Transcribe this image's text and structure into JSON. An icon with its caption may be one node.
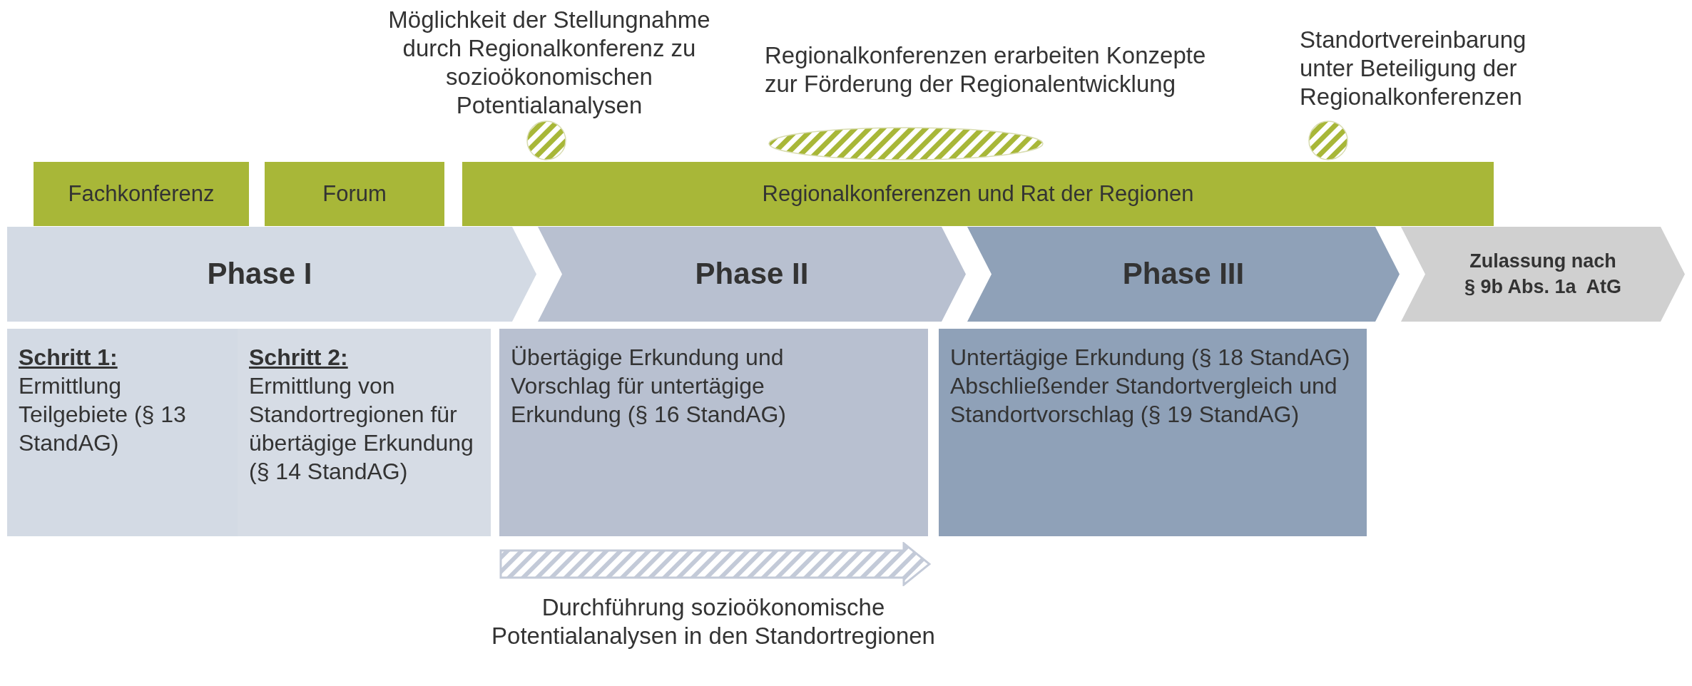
{
  "diagram": {
    "nodes": [
      {
        "text": [],
        "shape": "circle",
        "beside": [
          "Möglichkeit der Stellungnahme durch Regionalkonferenz zu sozioökonomischen Potentialanalysen"
        ]
      },
      {
        "text": [],
        "shape": "circle",
        "beside": [
          "Regionalkonferenzen erarbeiten Konzepte zur Förderung der Regionalentwicklung"
        ]
      },
      {
        "text": [],
        "shape": "circle",
        "beside": [
          "Standortvereinbarung unter Beteiligung der Regionalkonferenzen"
        ]
      },
      {
        "text": [
          "Fachkonferenz"
        ]
      },
      {
        "text": [
          "Forum"
        ]
      },
      {
        "text": [
          "Regionalkonferenzen und Rat der Regionen"
        ]
      },
      {
        "text": [
          "Phase I"
        ]
      },
      {
        "text": [
          "Phase II"
        ]
      },
      {
        "text": [
          "Phase III"
        ]
      },
      {
        "text": [
          "Zulassung nach § 9b Abs. 1a  AtG"
        ]
      },
      {
        "text": [
          "Schritt 1:",
          "Ermittlung Teilgebiete (§ 13 StandAG)"
        ]
      },
      {
        "text": [
          "Schritt 2:",
          "Ermittlung von Standortregionen für übertägige Erkundung (§ 14 StandAG)"
        ]
      },
      {
        "text": [
          "Übertägige Erkundung und Vorschlag für untertägige Erkundung (§ 16 StandAG)"
        ]
      },
      {
        "text": [
          "Untertägige Erkundung (§ 18 StandAG)",
          "Abschließender Standortvergleich und Standortvorschlag (§ 19 StandAG)"
        ]
      },
      {
        "text": [],
        "shape": "arrow",
        "beside": [
          "Durchführung sozioökonomische Potentialanalysen in den Standortregionen"
        ]
      }
    ],
    "edges": []
  }
}
